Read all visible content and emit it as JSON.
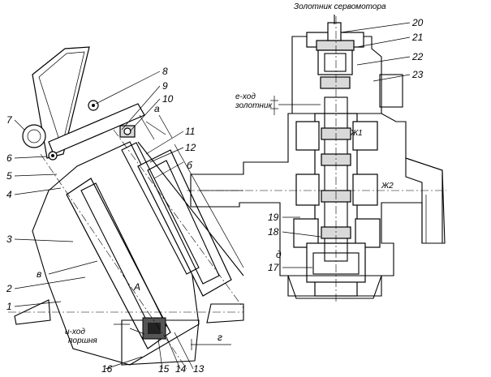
{
  "labels": {
    "title_top": "Золотник сервомотора",
    "e_stroke": "е-ход",
    "e_stroke_sub": "золотник",
    "i_stroke": "и-ход",
    "i_stroke_sub": "поршня",
    "a": "а",
    "b": "б",
    "v": "в",
    "g": "г",
    "d": "д",
    "A": "А",
    "zh1": "Ж1",
    "zh2": "Ж2"
  },
  "callouts": {
    "n1": "1",
    "n2": "2",
    "n3": "3",
    "n4": "4",
    "n5": "5",
    "n6": "6",
    "n7": "7",
    "n8": "8",
    "n9": "9",
    "n10": "10",
    "n11": "11",
    "n12": "12",
    "n13": "13",
    "n14": "14",
    "n15": "15",
    "n16": "16",
    "n17": "17",
    "n18": "18",
    "n19": "19",
    "n20": "20",
    "n21": "21",
    "n22": "22",
    "n23": "23"
  }
}
